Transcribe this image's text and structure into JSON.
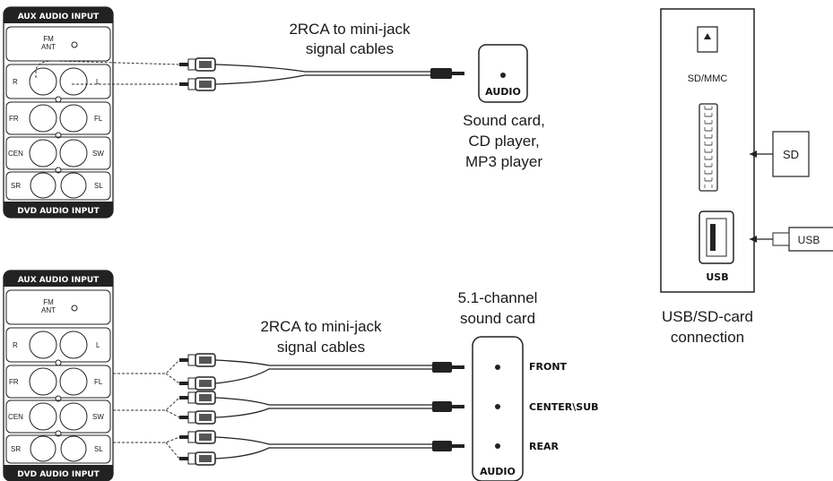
{
  "panel_top": {
    "header": "AUX AUDIO INPUT",
    "footer": "DVD AUDIO INPUT",
    "fm_line1": "FM",
    "fm_line2": "ANT",
    "ports": {
      "r": "R",
      "l": "L",
      "fr": "FR",
      "fl": "FL",
      "cen": "CEN",
      "sw": "SW",
      "sr": "SR",
      "sl": "SL"
    }
  },
  "panel_bottom": {
    "header": "AUX AUDIO INPUT",
    "footer": "DVD AUDIO INPUT",
    "fm_line1": "FM",
    "fm_line2": "ANT",
    "ports": {
      "r": "R",
      "l": "L",
      "fr": "FR",
      "fl": "FL",
      "cen": "CEN",
      "sw": "SW",
      "sr": "SR",
      "sl": "SL"
    }
  },
  "top_cable": {
    "line1": "2RCA to mini-jack",
    "line2": "signal cables"
  },
  "top_device": {
    "jack_label": "AUDIO",
    "caption": [
      "Sound card,",
      "CD player,",
      "MP3 player"
    ]
  },
  "bottom_cable": {
    "line1": "2RCA to mini-jack",
    "line2": "signal cables"
  },
  "bottom_device": {
    "title": [
      "5.1-channel",
      "sound card"
    ],
    "jack_label": "AUDIO",
    "outputs": [
      "FRONT",
      "CENTER\\SUB",
      "REAR"
    ]
  },
  "usb_panel": {
    "sd_slot_label": "SD/MMC",
    "usb_port_label": "USB",
    "sd_card_label": "SD",
    "usb_plug_label": "USB",
    "caption": [
      "USB/SD-card",
      "connection"
    ]
  }
}
